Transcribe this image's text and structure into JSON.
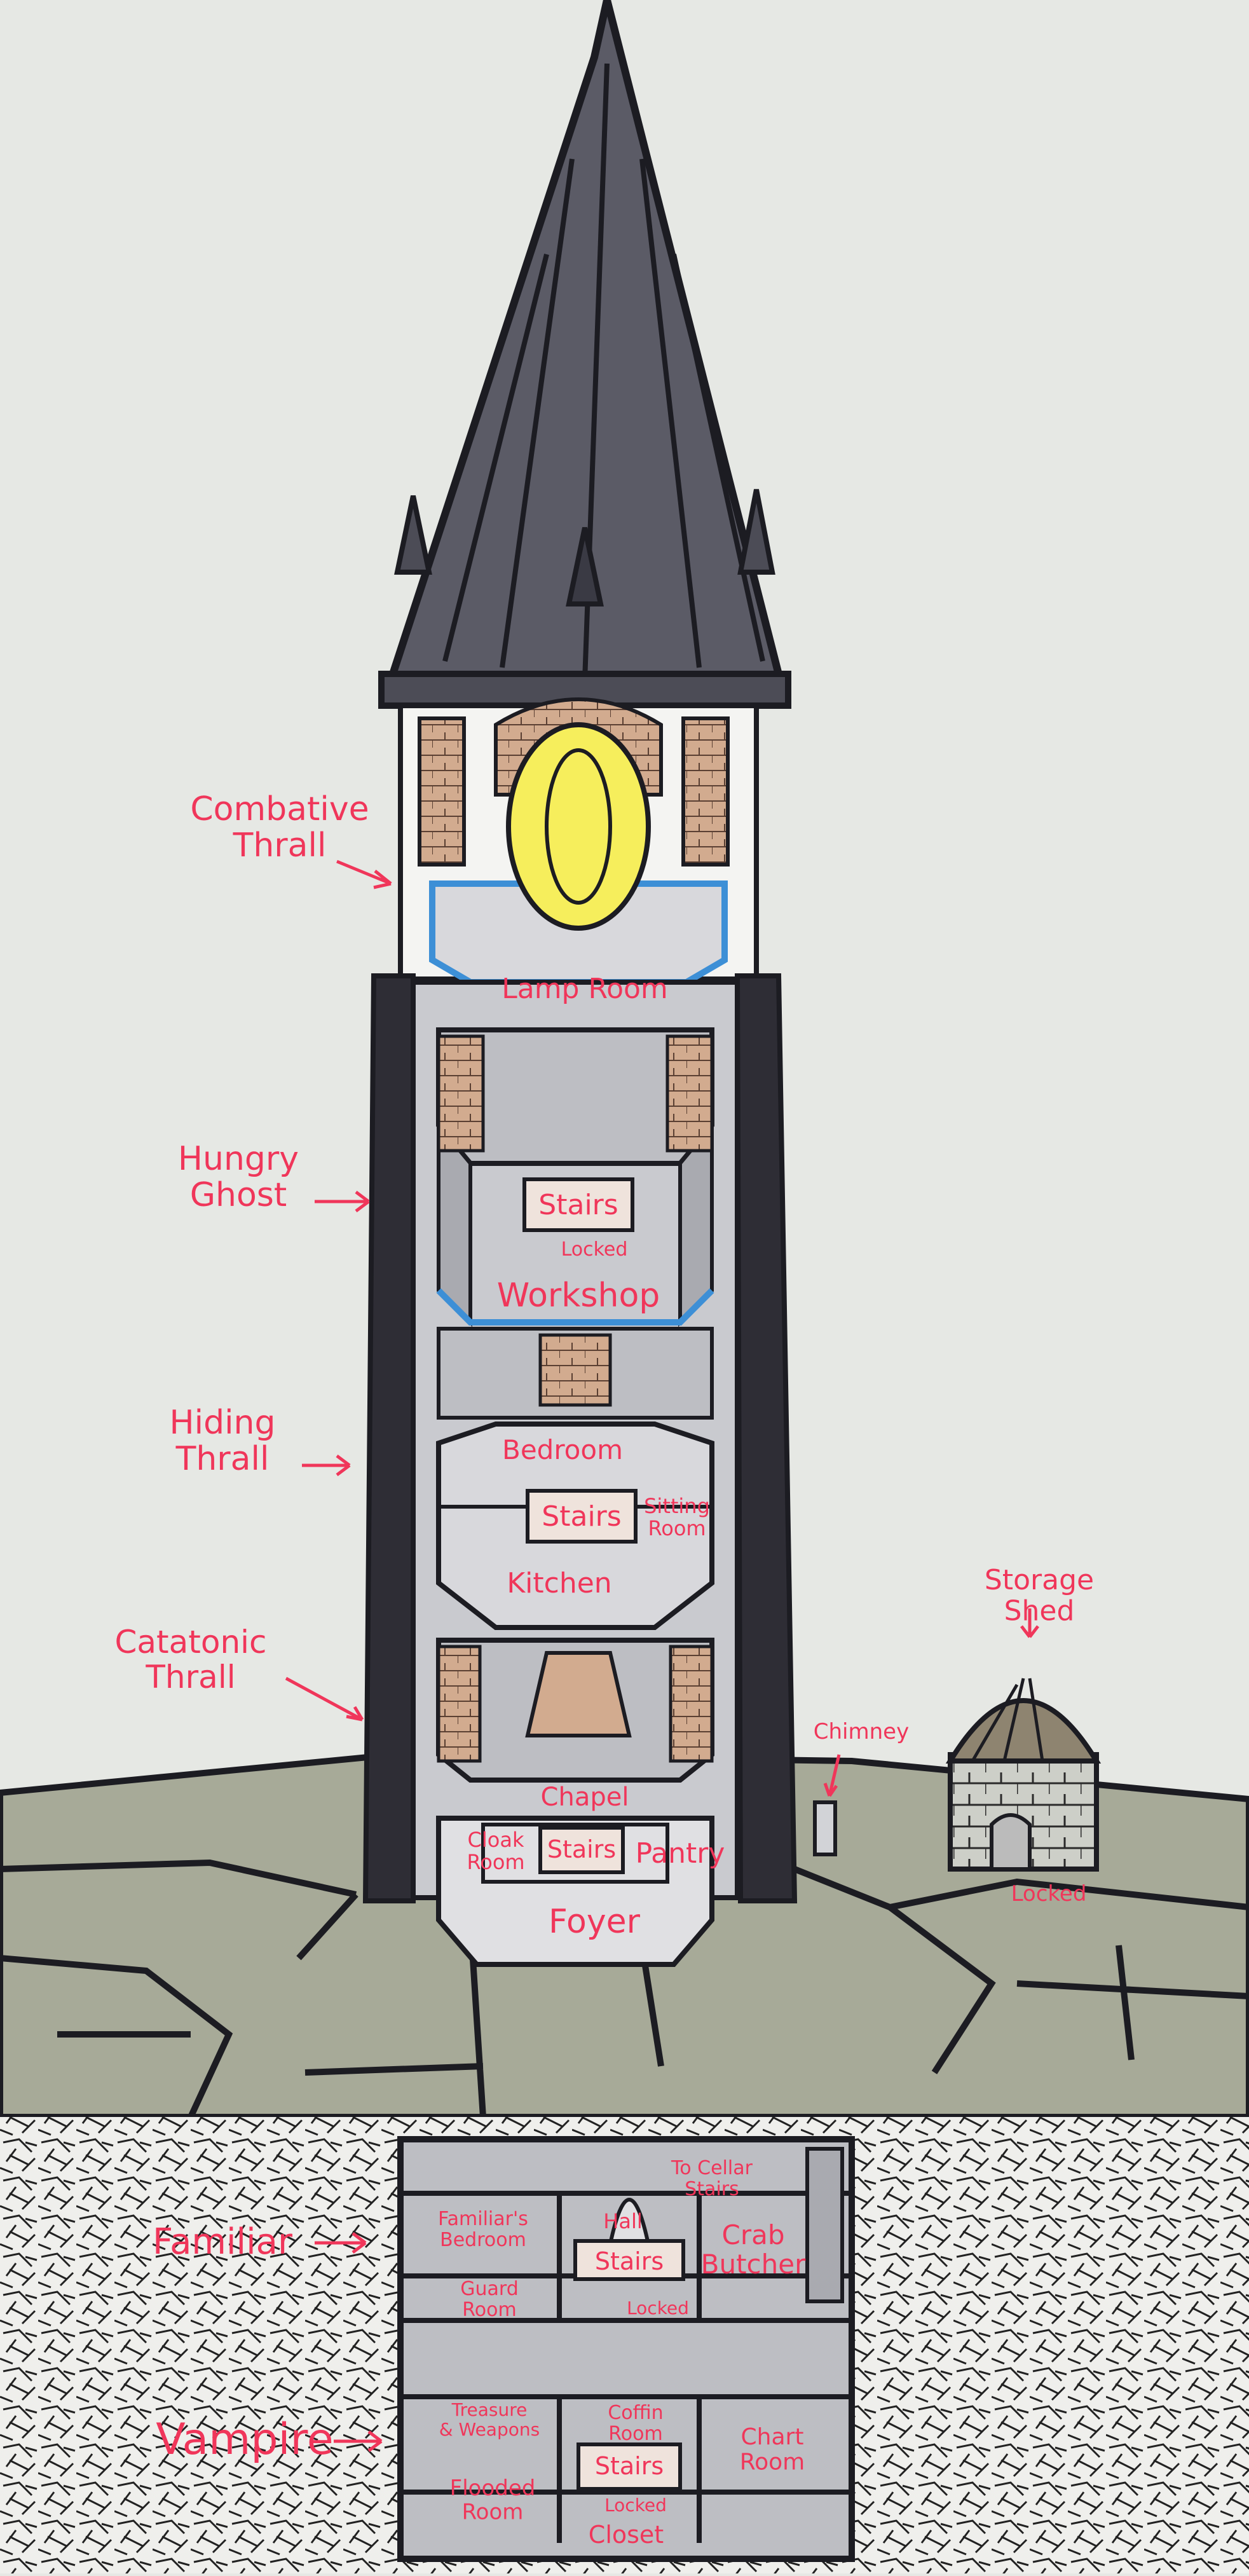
{
  "colors": {
    "label": "#f0365a",
    "paper": "#e6e8e4",
    "ink": "#1c1c22",
    "roof": "#5b5b66",
    "tower": "#2e2d35",
    "room": "#c9cacf",
    "ground": "#a7aa98",
    "window": "#cfa98d",
    "lamp": "#f6ee5c",
    "door": "#3d8fd6"
  },
  "callouts": {
    "combative_thrall": "Combative\nThrall",
    "hungry_ghost": "Hungry\nGhost",
    "hiding_thrall": "Hiding\nThrall",
    "catatonic_thrall": "Catatonic\nThrall",
    "familiar": "Familiar",
    "vampire": "Vampire",
    "storage_shed": "Storage\nShed",
    "chimney": "Chimney"
  },
  "rooms": {
    "lamp_room": "Lamp Room",
    "workshop": "Workshop",
    "workshop_stairs": "Stairs",
    "workshop_locked": "Locked",
    "bedroom": "Bedroom",
    "sitting_room": "Sitting\nRoom",
    "mid_stairs": "Stairs",
    "kitchen": "Kitchen",
    "chapel": "Chapel",
    "cloak_room": "Cloak\nRoom",
    "ground_stairs": "Stairs",
    "pantry": "Pantry",
    "foyer": "Foyer",
    "shed_locked": "Locked"
  },
  "cellar": {
    "to_cellar_stairs": "To Cellar\nStairs",
    "familiars_bedroom": "Familiar's\nBedroom",
    "hall": "Hall",
    "crab_butcher": "Crab\nButcher",
    "stairs": "Stairs",
    "guard_room": "Guard\nRoom",
    "locked": "Locked",
    "treasure_weapons": "Treasure\n& Weapons",
    "coffin_room": "Coffin\nRoom",
    "chart_room": "Chart\nRoom",
    "lower_stairs": "Stairs",
    "flooded_room": "Flooded\nRoom",
    "lower_locked": "Locked",
    "closet": "Closet"
  }
}
